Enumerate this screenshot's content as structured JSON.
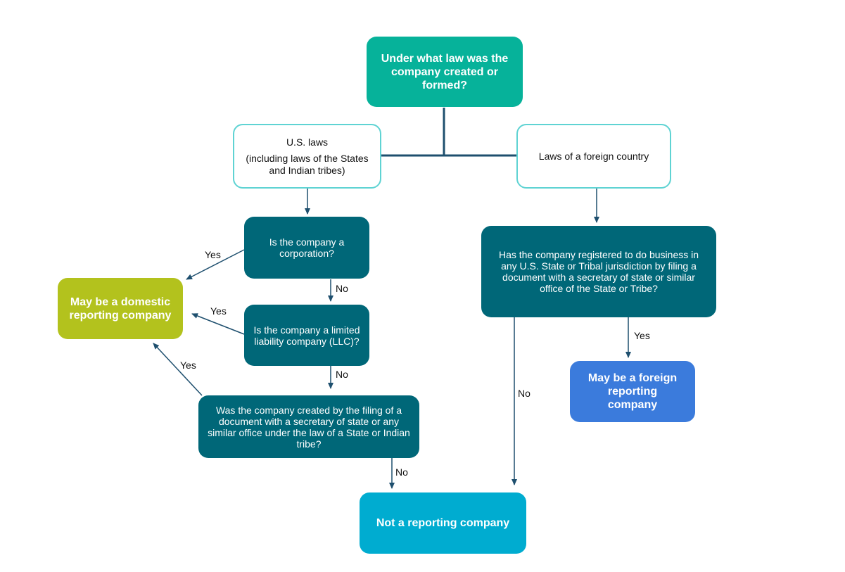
{
  "nodes": {
    "start": "Under what law was the company created or formed?",
    "us_laws": "U.S. laws",
    "us_laws_detail": "(including laws of the States and Indian tribes)",
    "foreign_laws": "Laws of a foreign country",
    "q_corporation": "Is the company a corporation?",
    "q_llc": "Is the company a limited liability company (LLC)?",
    "q_filing": "Was the company created by the filing of a document with a secretary of state or any similar office under the law of a State or Indian tribe?",
    "q_registered": "Has the company registered to do business in any U.S. State or Tribal jurisdiction by filing a document with a secretary of state or similar office of the State or Tribe?",
    "domestic": "May be a domestic reporting company",
    "foreign": "May be a foreign reporting company",
    "not_reporting": "Not a reporting company"
  },
  "edge_labels": {
    "corp_yes": "Yes",
    "corp_no": "No",
    "llc_yes": "Yes",
    "llc_no": "No",
    "filing_yes": "Yes",
    "filing_no": "No",
    "registered_yes": "Yes",
    "registered_no": "No"
  },
  "colors": {
    "start": "#06b29a",
    "branch_border": "#5fd3d3",
    "question": "#006778",
    "domestic": "#b3c21d",
    "foreign": "#3b7bdc",
    "not_reporting": "#00acd0",
    "connector": "#1e4f6e"
  }
}
